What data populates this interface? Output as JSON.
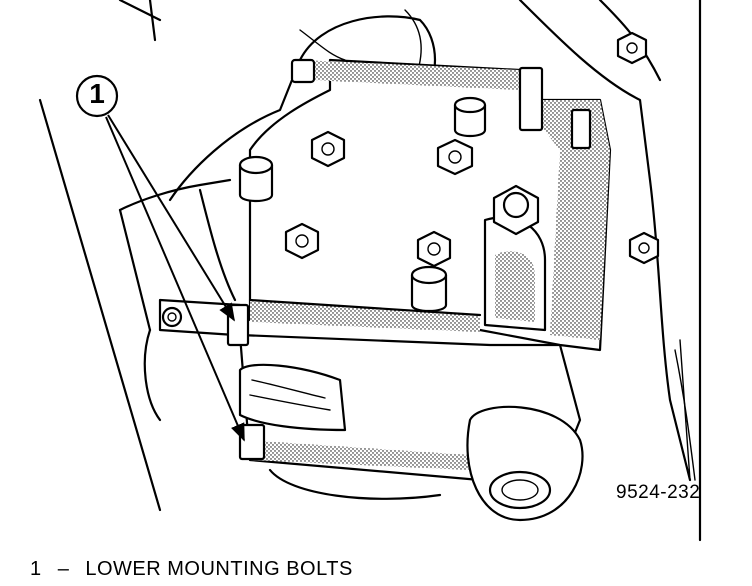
{
  "callout": {
    "number": "1"
  },
  "figure_id": "9524-232",
  "legend": {
    "number": "1",
    "dash": "–",
    "label": "LOWER MOUNTING BOLTS"
  }
}
